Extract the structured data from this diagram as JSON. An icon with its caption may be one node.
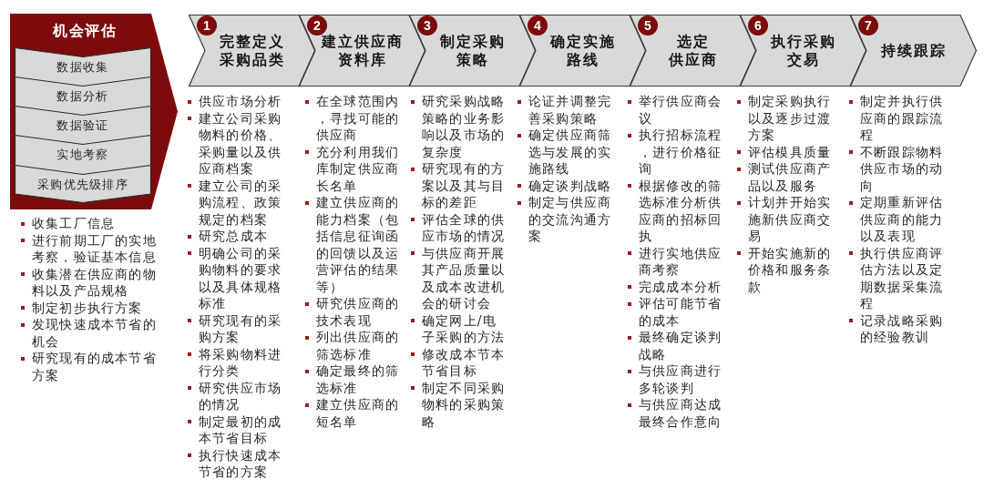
{
  "diagram": {
    "nodes": [
      {
        "text": [
          "机会评估"
        ],
        "beside": [
          "收集工厂信息",
          "进行前期工厂的实地考察，验证基本信息",
          "收集潜在供应商的物料以及产品规格",
          "制定初步执行方案",
          "发现快速成本节省的机会",
          "研究现有的成本节省方案"
        ]
      },
      {
        "text": [
          "数据收集"
        ],
        "in": 0
      },
      {
        "text": [
          "数据分析"
        ],
        "in": 0
      },
      {
        "text": [
          "数据验证"
        ],
        "in": 0
      },
      {
        "text": [
          "实地考察"
        ],
        "in": 0
      },
      {
        "text": [
          "采购优先级排序"
        ],
        "in": 0
      },
      {
        "text": [
          "完整定义采购品类"
        ],
        "beside": [
          "供应市场分析",
          "建立公司采购物料的价格、采购量以及供应商档案",
          "建立公司的采购流程、政策规定的档案",
          "研究总成本",
          "明确公司的采购物料的要求以及具体规格标准",
          "研究现有的采购方案",
          "将采购物料进行分类",
          "研究供应市场的情况",
          "制定最初的成本节省目标",
          "执行快速成本节省的方案"
        ]
      },
      {
        "text": [
          "1"
        ],
        "in": 6
      },
      {
        "text": [
          "建立供应商资料库"
        ],
        "beside": [
          "在全球范围内，寻找可能的供应商",
          "充分利用我们库制定供应商长名单",
          "建立供应商的能力档案（包括信息征询函的回馈以及运营评估的结果等）",
          "研究供应商的技术表现",
          "列出供应商的筛选标准",
          "确定最终的筛选标准",
          "建立供应商的短名单"
        ]
      },
      {
        "text": [
          "2"
        ],
        "in": 8
      },
      {
        "text": [
          "制定采购策略"
        ],
        "beside": [
          "研究采购战略策略的业务影响以及市场的复杂度",
          "研究现有的方案以及其与目标的差距",
          "评估全球的供应市场的情况",
          "与供应商开展其产品质量以及成本改进机会的研讨会",
          "确定网上/电子采购的方法",
          "修改成本节本节省目标",
          "制定不同采购物料的采购策略"
        ]
      },
      {
        "text": [
          "3"
        ],
        "in": 10
      },
      {
        "text": [
          "确定实施路线"
        ],
        "beside": [
          "论证并调整完善采购策略",
          "确定供应商筛选与发展的实施路线",
          "确定谈判战略",
          "制定与供应商的交流沟通方案"
        ]
      },
      {
        "text": [
          "4"
        ],
        "in": 12
      },
      {
        "text": [
          "选定供应商"
        ],
        "beside": [
          "举行供应商会议",
          "执行招标流程，进行价格征询",
          "根据修改的筛选标准分析供应商的招标回执",
          "进行实地供应商考察",
          "完成成本分析",
          "评估可能节省的成本",
          "最终确定谈判战略",
          "与供应商进行多轮谈判",
          "与供应商达成最终合作意向"
        ]
      },
      {
        "text": [
          "5"
        ],
        "in": 14
      },
      {
        "text": [
          "执行采购交易"
        ],
        "beside": [
          "制定采购执行以及逐步过渡方案",
          "评估模具质量",
          "测试供应商产品以及服务",
          "计划并开始实施新供应商交易",
          "开始实施新的价格和服务条款"
        ]
      },
      {
        "text": [
          "6"
        ],
        "in": 16
      },
      {
        "text": [
          "持续跟踪"
        ],
        "beside": [
          "制定并执行供应商的跟踪流程",
          "不断跟踪物料供应市场的动向",
          "定期重新评估供应商的能力以及表现",
          "执行供应商评估方法以及定期数据采集流程",
          "记录战略采购的经验教训"
        ]
      },
      {
        "text": [
          "7"
        ],
        "in": 18
      }
    ]
  }
}
